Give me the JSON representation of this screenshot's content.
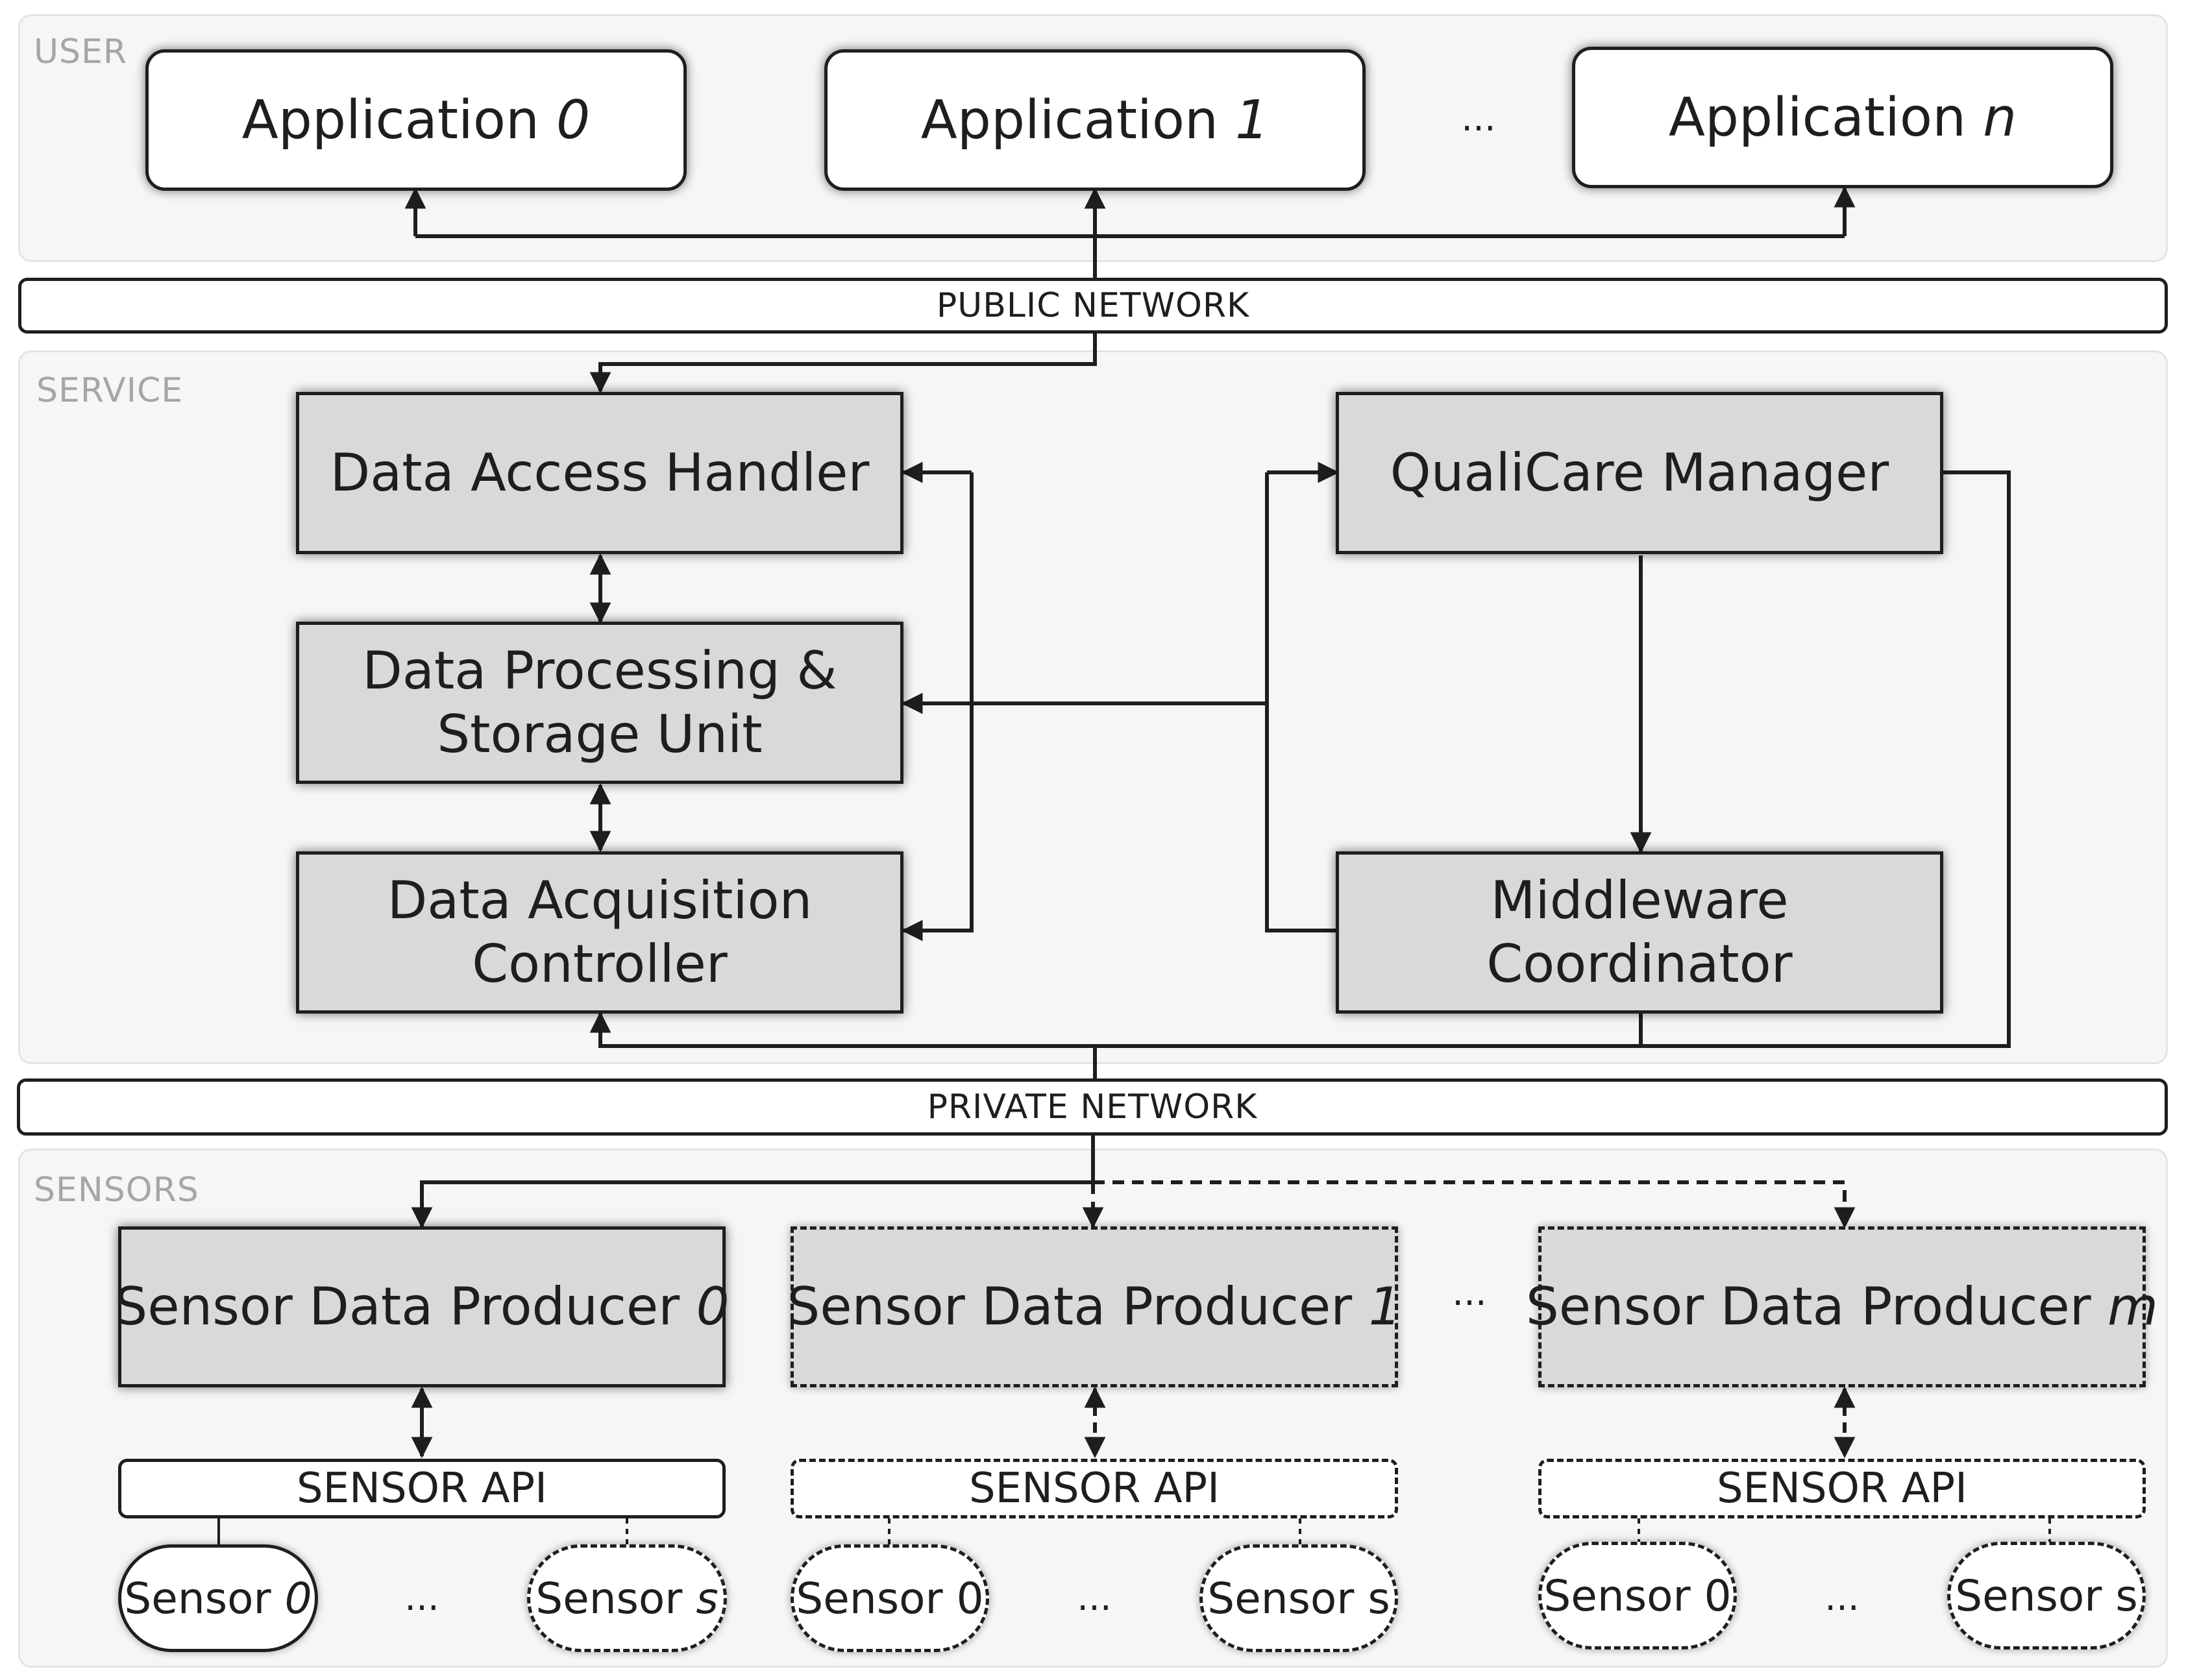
{
  "layers": {
    "user": "USER",
    "service": "SERVICE",
    "sensors": "SENSORS"
  },
  "networks": {
    "public": "PUBLIC NETWORK",
    "private": "PRIVATE NETWORK"
  },
  "applications": [
    {
      "name": "Application ",
      "index": "0"
    },
    {
      "name": "Application ",
      "index": "1"
    },
    {
      "name": "Application ",
      "index": "n"
    }
  ],
  "app_ellipsis": "...",
  "service_components": {
    "data_access_handler": "Data Access Handler",
    "data_processing": [
      "Data Processing &",
      "Storage Unit"
    ],
    "data_acquisition": [
      "Data Acquisition",
      "Controller"
    ],
    "qualicare_manager": "QualiCare Manager",
    "middleware_coordinator": "Middleware Coordinator"
  },
  "producers": [
    {
      "name": "Sensor Data Producer ",
      "index": "0",
      "style": "solid"
    },
    {
      "name": "Sensor Data Producer ",
      "index": "1",
      "style": "dashed"
    },
    {
      "name": "Sensor Data Producer ",
      "index": "m",
      "style": "dashed"
    }
  ],
  "producer_ellipsis": "...",
  "sensor_api_label": "SENSOR API",
  "sensor_groups": [
    {
      "first": {
        "name": "Sensor ",
        "index": "0"
      },
      "ellipsis": "...",
      "last": {
        "name": "Sensor ",
        "index": "s"
      }
    },
    {
      "first": {
        "name": "Sensor 0",
        "index": ""
      },
      "ellipsis": "...",
      "last": {
        "name": "Sensor s",
        "index": ""
      }
    },
    {
      "first": {
        "name": "Sensor 0",
        "index": ""
      },
      "ellipsis": "...",
      "last": {
        "name": "Sensor s",
        "index": ""
      }
    }
  ]
}
